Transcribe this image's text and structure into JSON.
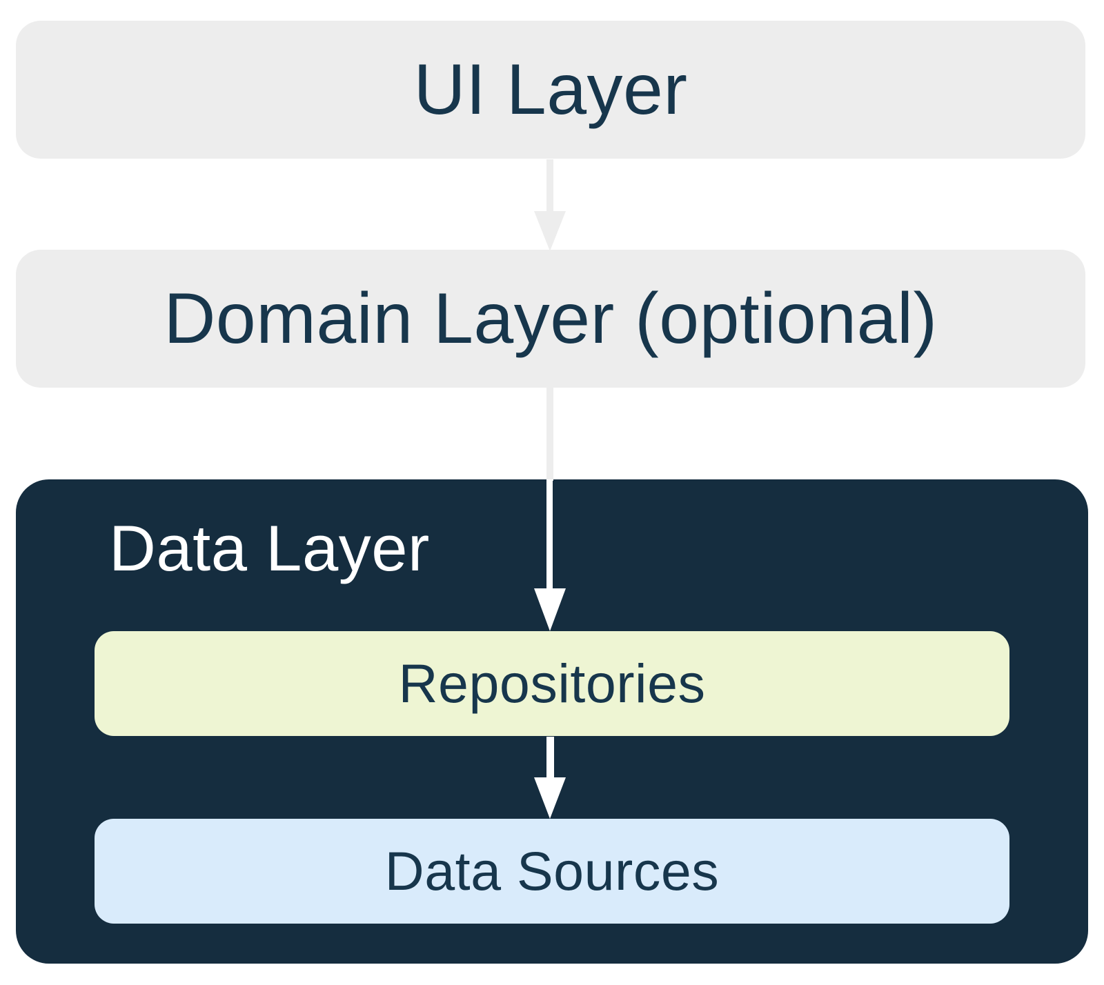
{
  "diagram": {
    "type": "architecture-layers-flowchart",
    "nodes": {
      "ui_layer": {
        "label": "UI Layer"
      },
      "domain_layer": {
        "label": "Domain Layer (optional)"
      },
      "data_layer": {
        "label": "Data Layer"
      },
      "repositories": {
        "label": "Repositories"
      },
      "data_sources": {
        "label": "Data Sources"
      }
    },
    "edges": [
      {
        "from": "UI Layer",
        "to": "Domain Layer (optional)",
        "style": "gray-arrow-down"
      },
      {
        "from": "Domain Layer (optional)",
        "to": "Repositories",
        "style": "gray-to-white-arrow-down"
      },
      {
        "from": "Repositories",
        "to": "Data Sources",
        "style": "white-arrow-down"
      }
    ]
  },
  "colors": {
    "canvas-bg": "#FFFFFF",
    "layer-gray": "#EDEDED",
    "dark-navy": "#152D3F",
    "pale-green": "#EEF5D3",
    "light-blue": "#D9EBFB",
    "text-dark": "#17364C",
    "text-light": "#FFFFFF",
    "arrow-gray": "#EDEDED",
    "arrow-white": "#FFFFFF"
  }
}
